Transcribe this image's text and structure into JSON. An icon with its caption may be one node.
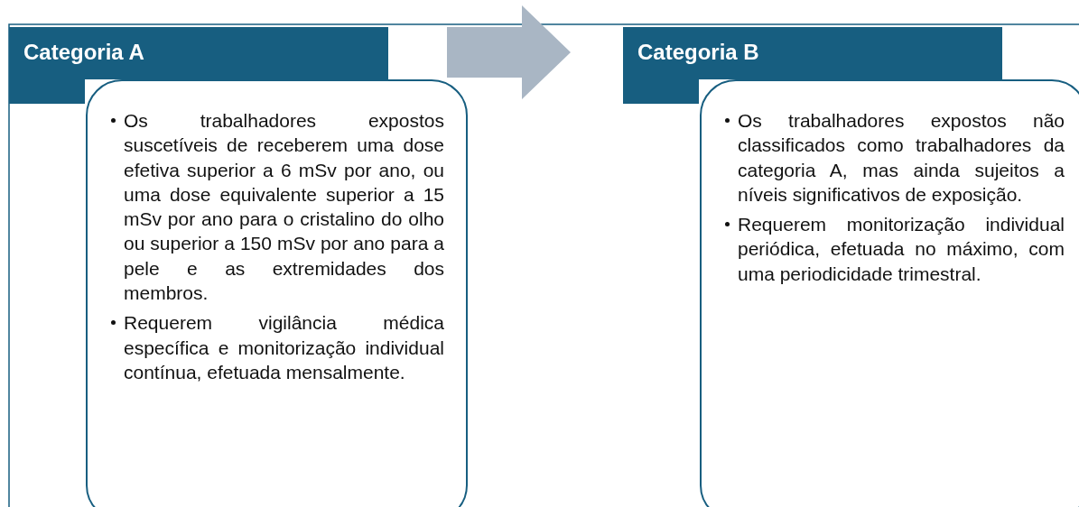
{
  "diagram": {
    "nodes": [
      {
        "text": [
          "Categoria A"
        ]
      },
      {
        "text": [
          "Os trabalhadores expostos suscetíveis de receberem uma dose efetiva superior a 6 mSv por ano, ou uma dose equivalente superior a 15 mSv por ano para o cristalino do olho ou superior a 150 mSv por ano para a pele e as extremidades dos membros.",
          "Requerem vigilância médica específica e monitorização individual contínua, efetuada mensalmente."
        ]
      },
      {
        "text": [
          "Categoria B"
        ]
      },
      {
        "text": [
          "Os trabalhadores expostos não classificados como trabalhadores da categoria A, mas ainda sujeitos a níveis significativos de exposição.",
          "Requerem monitorização individual periódica, efetuada no máximo, com uma periodicidade trimestral."
        ]
      }
    ],
    "edges": [
      {
        "from": 0,
        "to": 2,
        "arrow": "to",
        "style": "thick",
        "color": "#a9b6c4"
      }
    ]
  }
}
